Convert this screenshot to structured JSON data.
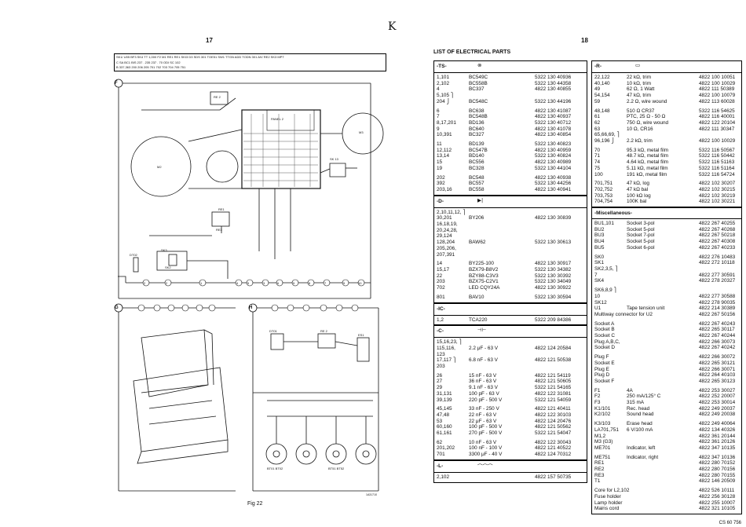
{
  "left_page": {
    "page_number": "17",
    "corner_mark": "K",
    "figure_label": "Fig 22",
    "reference": "1A31710",
    "header_strip": [
      "SK1/ U05 BF3  SK4  TT 1,000  F2  M1 RE1 RE1 SKI3 D3  SDS 301 TOE51 SW1  TTGN ADD TODN 301  AIV RE2 SK3 MPT",
      "C  SA  BC1  BIS  237 . 235 237 . 70 ODI  SC 102",
      "B  337,363 200 206 205 701 702 703 704 705 751"
    ],
    "sections": [
      "F",
      "G",
      "H"
    ],
    "callouts": [
      "2",
      "2",
      "1",
      "4",
      "5",
      "3",
      "6",
      "9",
      "8",
      "7",
      "9",
      "10"
    ],
    "labels": [
      "RE 2",
      "PANEL 2",
      "M2",
      "SK 13",
      "RE3",
      "DT02",
      "SK3",
      "DT01",
      "RE 2",
      "ES1",
      "M3",
      "RE1",
      "SK2",
      "BT01 BT02",
      "BT51 BT52"
    ]
  },
  "right_page": {
    "page_number": "18",
    "title": "LIST OF ELECTRICAL PARTS",
    "footer_code": "CS 60 756",
    "left_column": [
      {
        "code": "-TS-",
        "symbol": "⊗",
        "rows": [
          [
            "1,101",
            "BC549C",
            "5322 130 40936"
          ],
          [
            "2,102",
            "BC558B",
            "5322 130 44358"
          ],
          [
            "4",
            "BC337",
            "4822 130 40855"
          ],
          [
            "5,105 ⎫",
            "",
            ""
          ],
          [
            "204 ⎭",
            "BC548C",
            "5322 130 44196"
          ],
          [
            "",
            "",
            ""
          ],
          [
            "6",
            "BC638",
            "4822 130 41087"
          ],
          [
            "7",
            "BC548B",
            "4822 130 40937"
          ],
          [
            "8,17,201",
            "BD136",
            "5322 130 40712"
          ],
          [
            "9",
            "BC640",
            "4822 130 41078"
          ],
          [
            "10,391",
            "BC327",
            "4822 130 40854"
          ],
          [
            "",
            "",
            ""
          ],
          [
            "11",
            "BD139",
            "5322 130 40823"
          ],
          [
            "12,112",
            "BC547B",
            "4822 130 40959"
          ],
          [
            "13,14",
            "BD140",
            "5322 130 40824"
          ],
          [
            "15",
            "BC556",
            "4822 130 40989"
          ],
          [
            "19",
            "BC328",
            "5322 130 44104"
          ],
          [
            "",
            "",
            ""
          ],
          [
            "202",
            "BC548",
            "4822 130 40938"
          ],
          [
            "392",
            "BC557",
            "5322 130 44256"
          ],
          [
            "203,16",
            "BC558",
            "4822 130 40941"
          ]
        ]
      },
      {
        "code": "-D-",
        "symbol": "▶|",
        "rows": [
          [
            "2,10,11,12, ⎫",
            "",
            ""
          ],
          [
            "30,201",
            "BY206",
            "4822 130 30839"
          ],
          [
            "16,18,19,",
            "",
            ""
          ],
          [
            "20,24,28,",
            "",
            ""
          ],
          [
            "29,124",
            "",
            ""
          ],
          [
            "128,204",
            "BAW62",
            "5322 130 30613"
          ],
          [
            "205,206,",
            "",
            ""
          ],
          [
            "207,391",
            "",
            ""
          ],
          [
            "",
            "",
            ""
          ],
          [
            "14",
            "BY225-100",
            "4822 130 30917"
          ],
          [
            "15,17",
            "BZX79-B8V2",
            "5322 130 34382"
          ],
          [
            "22",
            "BZY88-C3V3",
            "5322 130 30392"
          ],
          [
            "203",
            "BZX75-C2V1",
            "5322 130 34049"
          ],
          [
            "702",
            "LED CQY24A",
            "4822 130 30922"
          ],
          [
            "",
            "",
            ""
          ],
          [
            "801",
            "BAV10",
            "5322 130 30594"
          ]
        ]
      },
      {
        "code": "-IC-",
        "symbol": "",
        "rows": [
          [
            "1,2",
            "TCA220",
            "5322 209 84386"
          ]
        ]
      },
      {
        "code": "-C-",
        "symbol": "⊣⊢",
        "rows": [
          [
            "15,16,23, ⎫",
            "",
            ""
          ],
          [
            "115,116,",
            "2.2 μF - 63 V",
            "4822 124 20584"
          ],
          [
            "123",
            "",
            ""
          ],
          [
            "17,117 ⎫",
            "6.8 nF - 63 V",
            "4822 121 50538"
          ],
          [
            "203",
            "",
            ""
          ],
          [
            "",
            "",
            ""
          ],
          [
            "26",
            "15 nF - 63 V",
            "4822 121 54119"
          ],
          [
            "27",
            "36 nF - 63 V",
            "4822 121 50605"
          ],
          [
            "29",
            "9.1 nF - 63 V",
            "5322 121 54165"
          ],
          [
            "31,131",
            "100 pF - 63 V",
            "4822 122 31081"
          ],
          [
            "39,139",
            "220 pF - 500 V",
            "5322 121 54059"
          ],
          [
            "",
            "",
            ""
          ],
          [
            "45,145",
            "33 nF - 250 V",
            "4822 121 40411"
          ],
          [
            "47,48",
            "22 nF - 63 V",
            "4822 122 30103"
          ],
          [
            "53",
            "22 μF - 63 V",
            "4822 124 20476"
          ],
          [
            "60,160",
            "100 pF - 500 V",
            "4822 121 50562"
          ],
          [
            "61,161",
            "270 pF - 500 V",
            "5322 121 54047"
          ],
          [
            "",
            "",
            ""
          ],
          [
            "62",
            "10 nF - 63 V",
            "4822 122 30043"
          ],
          [
            "201,202",
            "100 nF - 100 V",
            "4822 121 40522"
          ],
          [
            "701",
            "3300 μF - 40 V",
            "4822 124 70312"
          ]
        ]
      },
      {
        "code": "-L-",
        "symbol": "⌒⌒⌒",
        "rows": [
          [
            "2,102",
            "",
            "4822 157 50735"
          ]
        ]
      }
    ],
    "right_column": [
      {
        "code": "-R-",
        "symbol": "▭",
        "rows": [
          [
            "22,122",
            "22 kΩ, trim",
            "4822 100 10051"
          ],
          [
            "40,140",
            "10 kΩ, trim",
            "4822 100 10029"
          ],
          [
            "49",
            "62 Ω, 1 Watt",
            "4822 111 50389"
          ],
          [
            "54,154",
            "47 kΩ, trim",
            "4822 100 10079"
          ],
          [
            "59",
            "2.2 Ω, wire wound",
            "4822 113 60028"
          ],
          [
            "",
            "",
            ""
          ],
          [
            "48,148",
            "510 Ω CR37",
            "5322 116 54625"
          ],
          [
            "61",
            "PTC, 25 Ω - 50 Ω",
            "4822 116 40001"
          ],
          [
            "62",
            "750 Ω, wire wound",
            "4822 122 20104"
          ],
          [
            "63",
            "10 Ω, CR16",
            "4822 111 30347"
          ],
          [
            "65,66,69, ⎫",
            "",
            ""
          ],
          [
            "96,196 ⎭",
            "2.2 kΩ, trim",
            "4822 100 10029"
          ],
          [
            "",
            "",
            ""
          ],
          [
            "70",
            "95.3 kΩ, metal film",
            "5322 116 50567"
          ],
          [
            "71",
            "48.7 kΩ, metal film",
            "5322 116 50442"
          ],
          [
            "74",
            "4.64 kΩ, metal film",
            "5322 116 51163"
          ],
          [
            "75",
            "5.11 kΩ, metal film",
            "5322 116 51164"
          ],
          [
            "100",
            "191 kΩ, metal film",
            "5322 116 54724"
          ],
          [
            "",
            "",
            ""
          ],
          [
            "701,751",
            "47 kΩ, log",
            "4822 102 30207"
          ],
          [
            "702,752",
            "47 kΩ bal",
            "4822 102 30215"
          ],
          [
            "703,753",
            "100 kΩ log",
            "4822 102 30219"
          ],
          [
            "704,754",
            "100K bal",
            "4822 102 30221"
          ]
        ]
      }
    ],
    "misc_title": "-Miscellaneous-",
    "misc_rows": [
      [
        "BU1,101",
        "Socket 3-pol",
        "4822 267 40255"
      ],
      [
        "BU2",
        "Socket 5-pol",
        "4822 267 40268"
      ],
      [
        "BU3",
        "Socket 7-pol",
        "4822 267 50218"
      ],
      [
        "BU4",
        "Socket 5-pol",
        "4822 267 40308"
      ],
      [
        "BU5",
        "Socket 6-pol",
        "4822 267 40233"
      ],
      [
        "",
        "",
        ""
      ],
      [
        "SK0",
        "",
        "4822 276 10483"
      ],
      [
        "SK1",
        "",
        "4822 272 10118"
      ],
      [
        "SK2,3,5, ⎫",
        "",
        ""
      ],
      [
        "7",
        "",
        "4822 277 30591"
      ],
      [
        "SK4",
        "",
        "4822 278 20327"
      ],
      [
        "",
        "",
        ""
      ],
      [
        "SK6,8,9 ⎫",
        "",
        ""
      ],
      [
        "10",
        "",
        "4822 277 30588"
      ],
      [
        "SK12",
        "",
        "4822 278 90035"
      ],
      [
        "U1",
        "Tape tension unit",
        "4822 214 30389"
      ],
      [
        "Multiway connector for U2",
        "",
        "4822 267 50156"
      ],
      [
        "",
        "",
        ""
      ],
      [
        "Socket A",
        "",
        "4822 267 40243"
      ],
      [
        "Socket B",
        "",
        "4822 265 30117"
      ],
      [
        "Socket C",
        "",
        "4822 267 40244"
      ],
      [
        "Plug A,B,C,",
        "",
        "4822 266 30073"
      ],
      [
        "Socket D",
        "",
        "4822 267 40242"
      ],
      [
        "",
        "",
        ""
      ],
      [
        "Plug F",
        "",
        "4822 266 30072"
      ],
      [
        "Socket E",
        "",
        "4822 265 30121"
      ],
      [
        "Plug E",
        "",
        "4822 266 30071"
      ],
      [
        "Plug D",
        "",
        "4822 264 40103"
      ],
      [
        "Socket F",
        "",
        "4822 265 30123"
      ],
      [
        "",
        "",
        ""
      ],
      [
        "F1",
        "4A",
        "4822 253 30027"
      ],
      [
        "F2",
        "250 mA/125° C",
        "4822 252 20007"
      ],
      [
        "F3",
        "315 mA",
        "4822 253 30014"
      ],
      [
        "K1/101",
        "Rec. head",
        "4822 249 20037"
      ],
      [
        "K2/102",
        "Sound head",
        "4822 249 20038"
      ],
      [
        "",
        "",
        ""
      ],
      [
        "K3/103",
        "Erase head",
        "4822 249 40064"
      ],
      [
        "LA701,751",
        "6 V/100 mA",
        "4822 134 40326"
      ],
      [
        "M1,2",
        "",
        "4822 361 20144"
      ],
      [
        "M3 (G3)",
        "",
        "4822 361 20126"
      ],
      [
        "ME701",
        "Indicator, left",
        "4822 347 10135"
      ],
      [
        "",
        "",
        ""
      ],
      [
        "ME751",
        "Indicator, right",
        "4822 347 10136"
      ],
      [
        "RE1",
        "",
        "4822 280 70152"
      ],
      [
        "RE2",
        "",
        "4822 280 70156"
      ],
      [
        "RE3",
        "",
        "4822 280 70155"
      ],
      [
        "T1",
        "",
        "4822 146 20509"
      ],
      [
        "",
        "",
        ""
      ],
      [
        "Core for L2,102",
        "",
        "4822 526 10111"
      ],
      [
        "Fuse holder",
        "",
        "4822 256 30128"
      ],
      [
        "Lamp holder",
        "",
        "4822 255 10007"
      ],
      [
        "Mains cord",
        "",
        "4822 321 10105"
      ]
    ]
  }
}
